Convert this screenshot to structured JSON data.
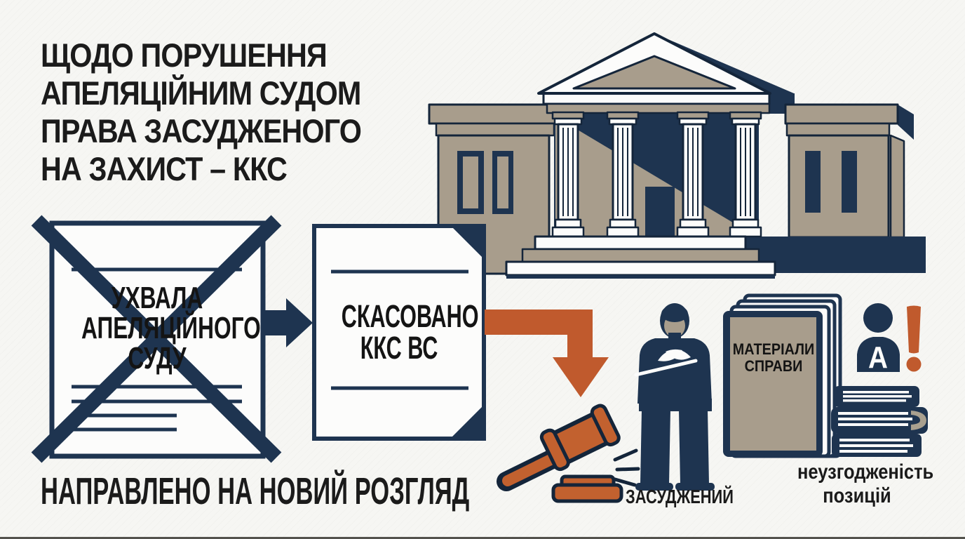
{
  "title": {
    "lines": [
      "ЩОДО ПОРУШЕННЯ",
      "АПЕЛЯЦІЙНИМ СУДОМ",
      "ПРАВА ЗАСУДЖЕНОГО",
      "НА ЗАХИСТ – ККС"
    ]
  },
  "footer": {
    "text": "НАПРАВЛЕНО НА НОВИЙ РОЗГЛЯД"
  },
  "docs": {
    "rejected": {
      "lines": [
        "УХВАЛА",
        "АПЕЛЯЦІЙНОГО",
        "СУДУ"
      ]
    },
    "cancelled": {
      "lines": [
        "СКАСОВАНО",
        "ККС ВС"
      ]
    }
  },
  "labels": {
    "convict": "ЗАСУДЖЕНИЙ",
    "case_book": [
      "МАТЕРІАЛИ",
      "СПРАВИ"
    ],
    "inconsistency": [
      "неузгодженість",
      "позицій"
    ]
  },
  "badge": {
    "letter": "А"
  },
  "icons": [
    "courthouse-icon",
    "rejected-document-icon",
    "cross-out-icon",
    "right-arrow-icon",
    "cancelled-document-icon",
    "down-bend-arrow-icon",
    "gavel-icon",
    "convict-figure-icon",
    "case-file-book-icon",
    "advocate-icon",
    "exclamation-icon",
    "books-stack-icon"
  ],
  "colors": {
    "navy": "#1e3450",
    "navy_outline": "#14253a",
    "tan": "#a89d8c",
    "orange": "#c05a2d",
    "gavel_orange": "#c2612f",
    "text": "#1b1b1b",
    "background": "#f6f6f3",
    "paper": "#fcfcfb"
  }
}
